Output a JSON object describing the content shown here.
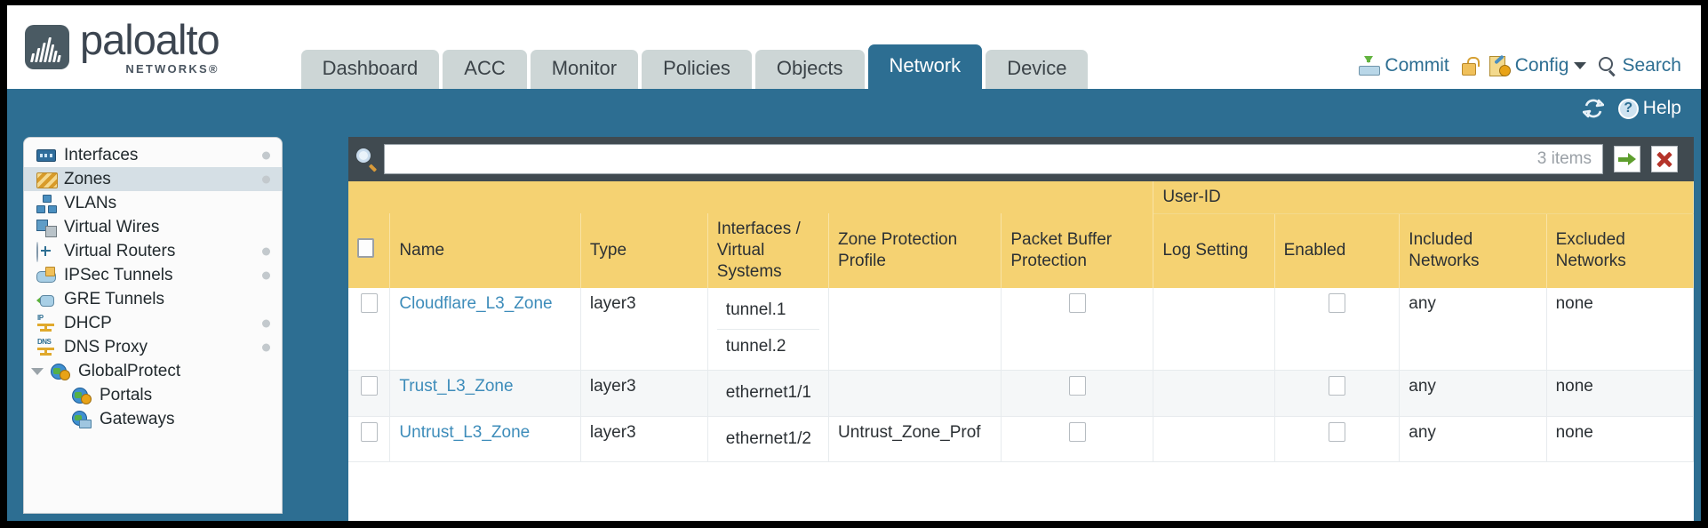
{
  "brand": {
    "name": "paloalto",
    "sub": "NETWORKS®"
  },
  "nav_tabs": [
    {
      "label": "Dashboard",
      "active": false
    },
    {
      "label": "ACC",
      "active": false
    },
    {
      "label": "Monitor",
      "active": false
    },
    {
      "label": "Policies",
      "active": false
    },
    {
      "label": "Objects",
      "active": false
    },
    {
      "label": "Network",
      "active": true
    },
    {
      "label": "Device",
      "active": false
    }
  ],
  "top_actions": {
    "commit": "Commit",
    "config": "Config",
    "search": "Search"
  },
  "band": {
    "help": "Help"
  },
  "sidebar": {
    "items": [
      {
        "label": "Interfaces",
        "icon": "interfaces-icon",
        "selected": false,
        "dot": true,
        "child": false,
        "caret": false
      },
      {
        "label": "Zones",
        "icon": "zones-icon",
        "selected": true,
        "dot": true,
        "child": false,
        "caret": false
      },
      {
        "label": "VLANs",
        "icon": "vlans-icon",
        "selected": false,
        "dot": false,
        "child": false,
        "caret": false
      },
      {
        "label": "Virtual Wires",
        "icon": "virtual-wires-icon",
        "selected": false,
        "dot": false,
        "child": false,
        "caret": false
      },
      {
        "label": "Virtual Routers",
        "icon": "virtual-routers-icon",
        "selected": false,
        "dot": true,
        "child": false,
        "caret": false
      },
      {
        "label": "IPSec Tunnels",
        "icon": "ipsec-tunnels-icon",
        "selected": false,
        "dot": true,
        "child": false,
        "caret": false
      },
      {
        "label": "GRE Tunnels",
        "icon": "gre-tunnels-icon",
        "selected": false,
        "dot": false,
        "child": false,
        "caret": false
      },
      {
        "label": "DHCP",
        "icon": "dhcp-icon",
        "selected": false,
        "dot": true,
        "child": false,
        "caret": false
      },
      {
        "label": "DNS Proxy",
        "icon": "dns-proxy-icon",
        "selected": false,
        "dot": true,
        "child": false,
        "caret": false
      },
      {
        "label": "GlobalProtect",
        "icon": "globalprotect-icon",
        "selected": false,
        "dot": false,
        "child": false,
        "caret": true
      },
      {
        "label": "Portals",
        "icon": "portals-icon",
        "selected": false,
        "dot": false,
        "child": true,
        "caret": false
      },
      {
        "label": "Gateways",
        "icon": "gateways-icon",
        "selected": false,
        "dot": false,
        "child": true,
        "caret": false
      }
    ]
  },
  "filter": {
    "value": "",
    "placeholder": "",
    "items_count": "3 items"
  },
  "table": {
    "group_header": "User-ID",
    "columns": [
      "Name",
      "Type",
      "Interfaces / Virtual Systems",
      "Zone Protection Profile",
      "Packet Buffer Protection",
      "Log Setting",
      "Enabled",
      "Included Networks",
      "Excluded Networks"
    ],
    "rows": [
      {
        "checked": false,
        "name": "Cloudflare_L3_Zone",
        "type": "layer3",
        "interfaces": [
          "tunnel.1",
          "tunnel.2"
        ],
        "zone_protection_profile": "",
        "packet_buffer_protection": false,
        "log_setting": "",
        "userid_enabled": false,
        "included_networks": "any",
        "excluded_networks": "none"
      },
      {
        "checked": false,
        "name": "Trust_L3_Zone",
        "type": "layer3",
        "interfaces": [
          "ethernet1/1"
        ],
        "zone_protection_profile": "",
        "packet_buffer_protection": false,
        "log_setting": "",
        "userid_enabled": false,
        "included_networks": "any",
        "excluded_networks": "none"
      },
      {
        "checked": false,
        "name": "Untrust_L3_Zone",
        "type": "layer3",
        "interfaces": [
          "ethernet1/2"
        ],
        "zone_protection_profile": "Untrust_Zone_Prof",
        "packet_buffer_protection": false,
        "log_setting": "",
        "userid_enabled": false,
        "included_networks": "any",
        "excluded_networks": "none"
      }
    ]
  },
  "colors": {
    "brand_blue": "#2d6e92",
    "table_header": "#f5d272",
    "group_header": "#e8bf55",
    "link": "#3d8cba",
    "panel_dark": "#404a50"
  }
}
